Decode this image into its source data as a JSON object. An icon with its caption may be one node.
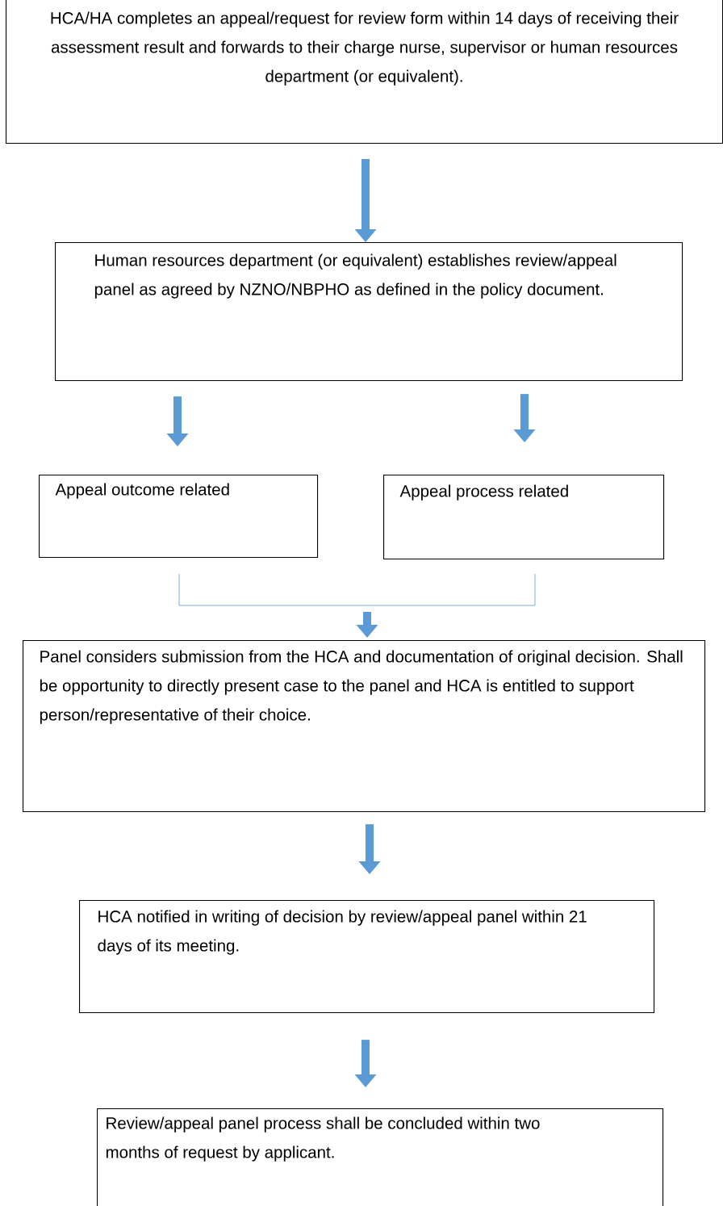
{
  "diagram": {
    "nodes": [
      {
        "text": [
          "HCA/HA completes an appeal/request for review form within 14 days of receiving their assessment result and forwards to their charge nurse, supervisor or human resources department (or equivalent)."
        ]
      },
      {
        "text": [
          "Human resources department (or equivalent) establishes review/appeal panel as agreed by NZNO/NBPHO as defined in the policy document."
        ]
      },
      {
        "text": [
          "Appeal outcome related"
        ]
      },
      {
        "text": [
          "Appeal process related"
        ]
      },
      {
        "text": [
          "Panel considers submission from the HCA and documentation of original decision. Shall be opportunity to directly present case to the panel and HCA is entitled to support person/representative of their choice."
        ]
      },
      {
        "text": [
          "HCA notified in writing of decision by review/appeal panel within 21 days of its meeting."
        ]
      },
      {
        "text": [
          "Review/appeal panel process shall be concluded within two months of request by applicant."
        ]
      }
    ],
    "edges": [
      {
        "from": 0,
        "to": 1,
        "arrow": "to"
      },
      {
        "from": 1,
        "to": 2,
        "arrow": "to"
      },
      {
        "from": 1,
        "to": 3,
        "arrow": "to"
      },
      {
        "from": 2,
        "to": 4,
        "arrow": "to"
      },
      {
        "from": 3,
        "to": 4,
        "arrow": "to"
      },
      {
        "from": 4,
        "to": 5,
        "arrow": "to"
      },
      {
        "from": 5,
        "to": 6,
        "arrow": "to"
      }
    ]
  }
}
